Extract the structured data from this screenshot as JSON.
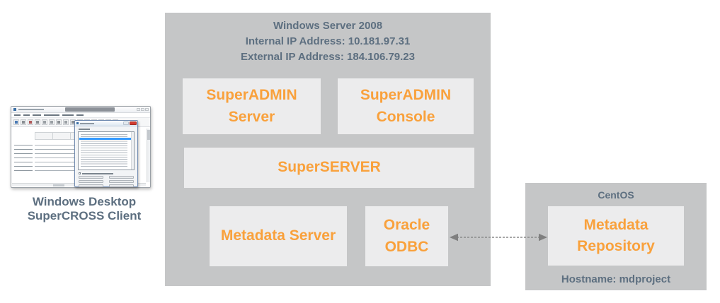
{
  "colors": {
    "container_gray": "#c5c6c7",
    "component_bg": "#ececed",
    "accent_orange": "#f9a13c",
    "slate_text": "#5d6f80",
    "arrow_gray": "#7f7f7f",
    "highlight_blue": "#3399ff"
  },
  "windows_server": {
    "title": "Windows Server 2008",
    "internal_ip": "Internal IP Address: 10.181.97.31",
    "external_ip": "External IP Address: 184.106.79.23",
    "superadmin_server": "SuperADMIN Server",
    "superadmin_console": "SuperADMIN Console",
    "superserver": "SuperSERVER",
    "metadata_server": "Metadata Server",
    "oracle_odbc": "Oracle ODBC"
  },
  "centos": {
    "title": "CentOS",
    "metadata_repository": "Metadata Repository",
    "hostname": "Hostname: mdproject"
  },
  "client": {
    "caption_line1": "Windows Desktop",
    "caption_line2": "SuperCROSS Client"
  }
}
